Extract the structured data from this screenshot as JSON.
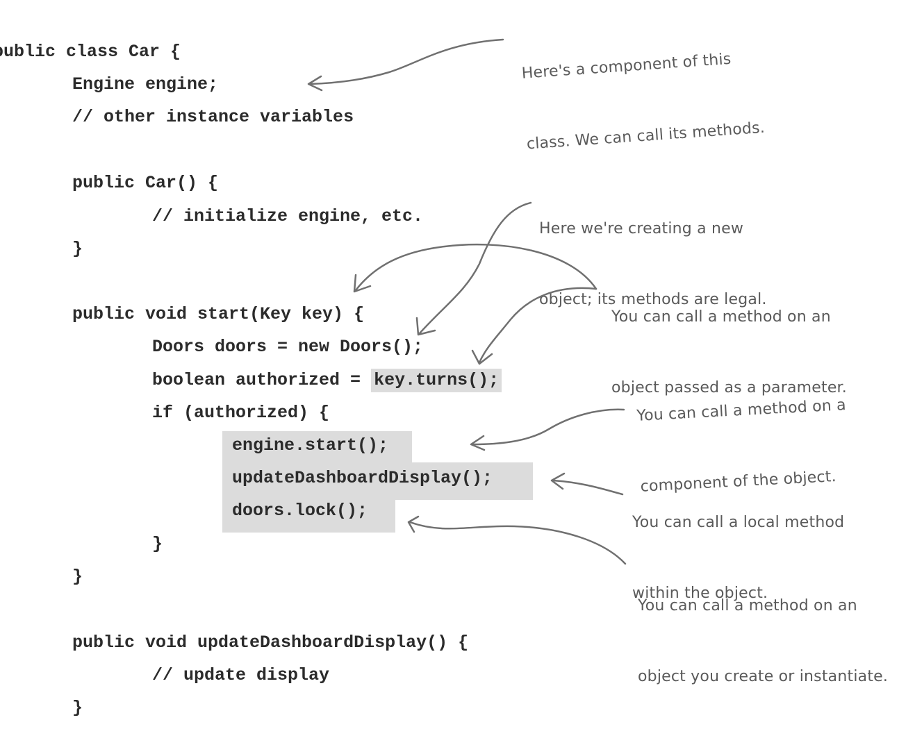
{
  "code": {
    "lines": [
      "public class Car {",
      "Engine engine;",
      "// other instance variables",
      "public Car() {",
      "// initialize engine, etc.",
      "}",
      "public void start(Key key) {",
      "Doors doors = new Doors();",
      "boolean authorized = ",
      "key.turns();",
      "if (authorized) {",
      "engine.start();",
      "updateDashboardDisplay();",
      "doors.lock();",
      "}",
      "}",
      "public void updateDashboardDisplay() {",
      "// update display",
      "}"
    ]
  },
  "annotations": {
    "component": [
      "Here's a component of this",
      "class. We can call its methods."
    ],
    "new_object": [
      "Here we're creating a new",
      "object; its methods are legal."
    ],
    "parameter": [
      "You can call a method on an",
      "object passed as a parameter."
    ],
    "component_call": [
      "You can call a method on a",
      "component of the object."
    ],
    "local_method": [
      "You can call a local method",
      "within the object."
    ],
    "instantiate": [
      "You can call a method on an",
      "object you create or instantiate."
    ]
  }
}
